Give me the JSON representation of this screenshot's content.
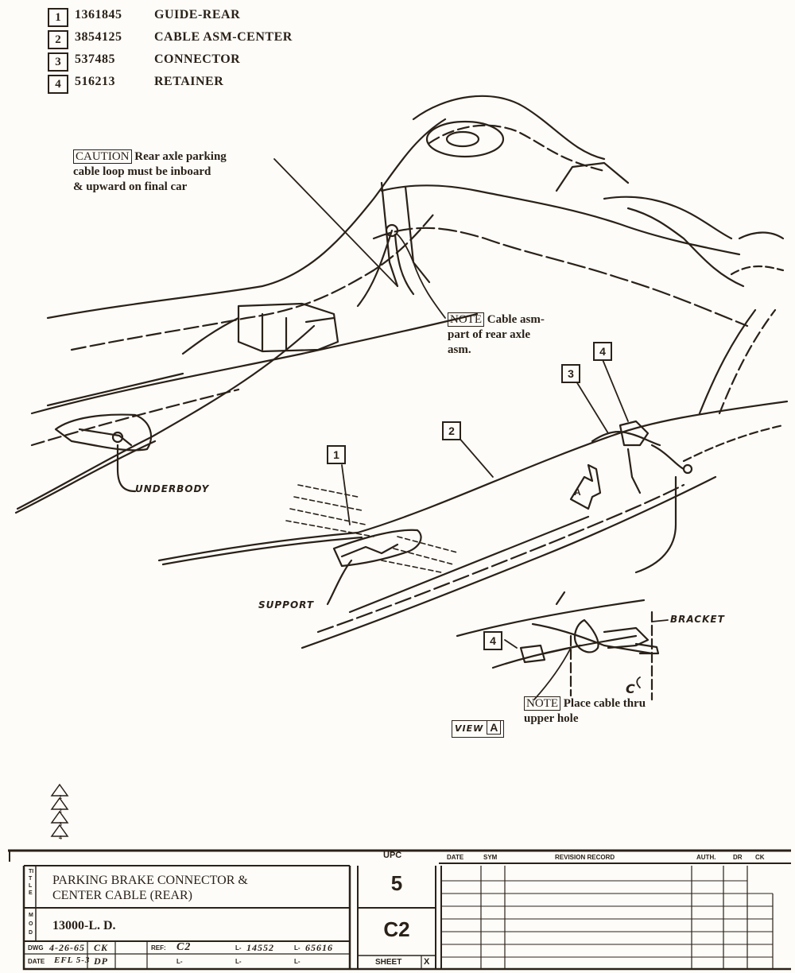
{
  "parts": [
    {
      "num": "1",
      "part_no": "1361845",
      "name": "GUIDE-REAR"
    },
    {
      "num": "2",
      "part_no": "3854125",
      "name": "CABLE ASM-CENTER"
    },
    {
      "num": "3",
      "part_no": "537485",
      "name": "CONNECTOR"
    },
    {
      "num": "4",
      "part_no": "516213",
      "name": "RETAINER"
    }
  ],
  "notes": {
    "caution_tag": "CAUTION",
    "caution_line1": "Rear axle parking",
    "caution_line2": "cable loop must be inboard",
    "caution_line3": "& upward on final car",
    "note1_tag": "NOTE",
    "note1_line1": "Cable asm-",
    "note1_line2": "part of rear axle",
    "note1_line3": "asm.",
    "note2_tag": "NOTE",
    "note2_line1": "Place cable thru",
    "note2_line2": "upper hole"
  },
  "labels": {
    "underbody": "UNDERBODY",
    "support": "SUPPORT",
    "bracket": "BRACKET",
    "view": "VIEW",
    "view_letter": "A",
    "view_marker": "A",
    "c_mark": "C"
  },
  "callouts": {
    "c1": "1",
    "c2": "2",
    "c3": "3",
    "c4a": "4",
    "c4b": "4"
  },
  "revision_marks": [
    "1",
    "2",
    "3",
    "4"
  ],
  "title_block": {
    "title_letters": "TITLE",
    "title_line1": "PARKING BRAKE CONNECTOR &",
    "title_line2": "CENTER CABLE (REAR)",
    "mod_letters": "MOD",
    "model": "13000-L. D.",
    "upc_header": "UPC",
    "upc": "5",
    "ref_code": "C2",
    "sheet_label": "SHEET",
    "sheet_value": "X",
    "dwg_label": "DWG",
    "dwg_date": "4-26-65",
    "dwg_by": "CK",
    "ref_label": "REF:",
    "ref_value": "C2",
    "l1_prefix": "L-",
    "l1_value": "14552",
    "l2_prefix": "L-",
    "l2_value": "65616",
    "date_label": "DATE",
    "date_value": "EFL 5-3",
    "date_by": "DP",
    "l3_prefix": "L-",
    "l4_prefix": "L-",
    "l5_prefix": "L-",
    "rev_headers": {
      "date": "DATE",
      "sym": "SYM",
      "record": "REVISION RECORD",
      "auth": "AUTH.",
      "dr": "DR",
      "ck": "CK"
    }
  }
}
